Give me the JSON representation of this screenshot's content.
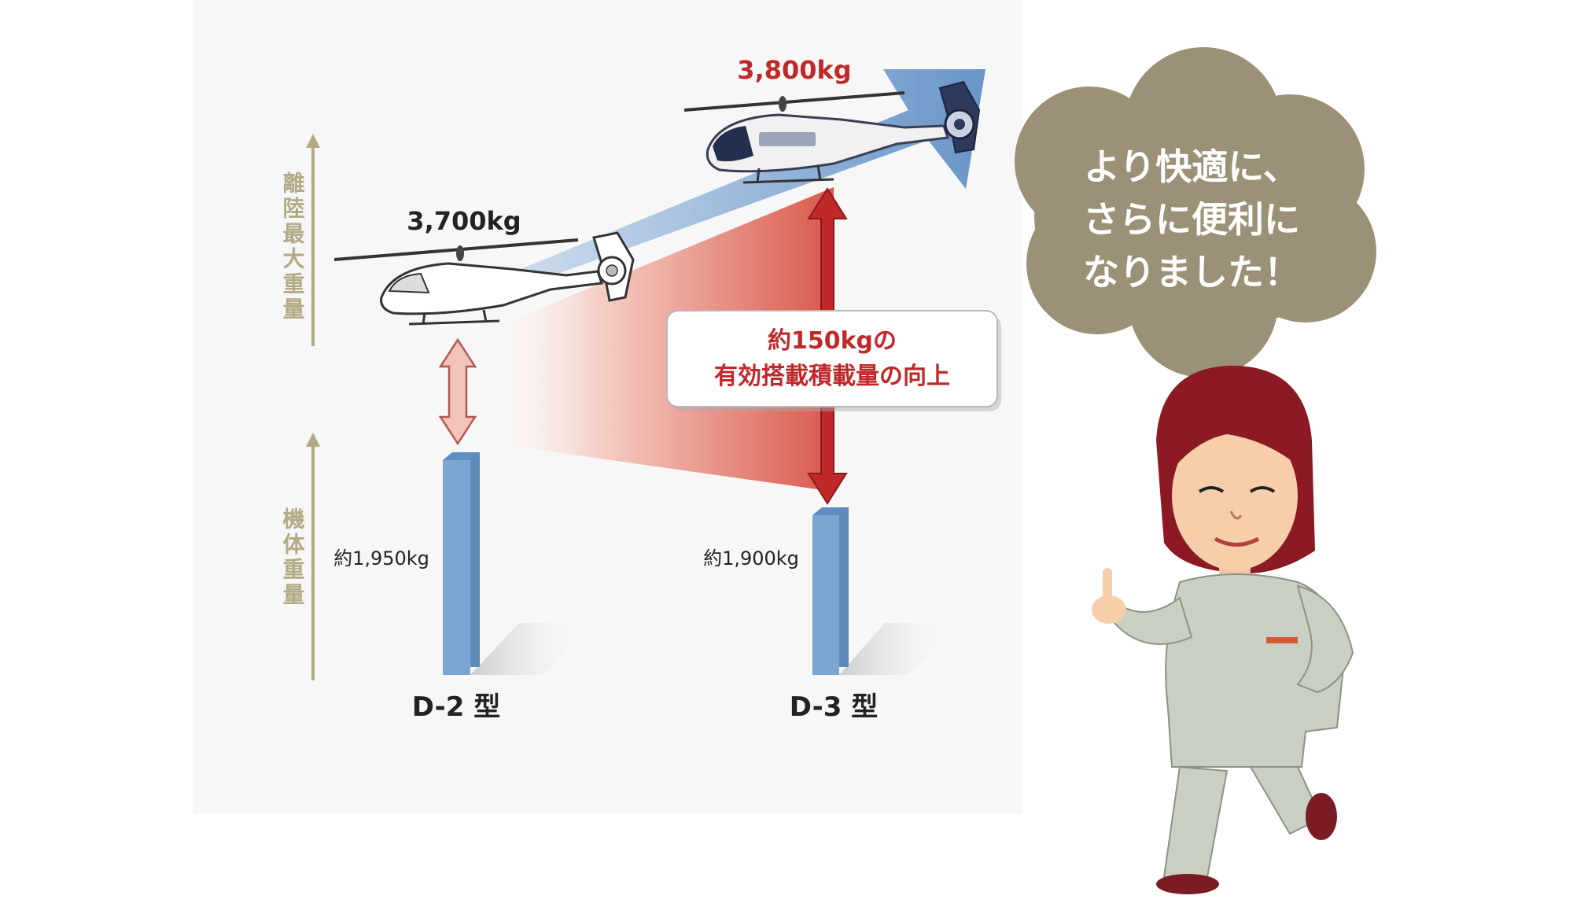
{
  "axes": {
    "takeoff_label": "離陸最大重量",
    "body_label": "機体重量"
  },
  "helicopters": {
    "d2_weight": "3,700kg",
    "d3_weight": "3,800kg"
  },
  "bars": {
    "d2_value": "約1,950kg",
    "d3_value": "約1,900kg",
    "d2_name": "D-2 型",
    "d3_name": "D-3 型"
  },
  "callout": {
    "line1": "約150kgの",
    "line2": "有効搭載積載量の向上"
  },
  "speech": {
    "line1": "より快適に、",
    "line2": "さらに便利に",
    "line3": "なりました！"
  },
  "colors": {
    "accent_red": "#c0282a",
    "bar_blue": "#7aa6d2",
    "axis_khaki": "#b3aa86",
    "cloud": "#9b9176"
  }
}
